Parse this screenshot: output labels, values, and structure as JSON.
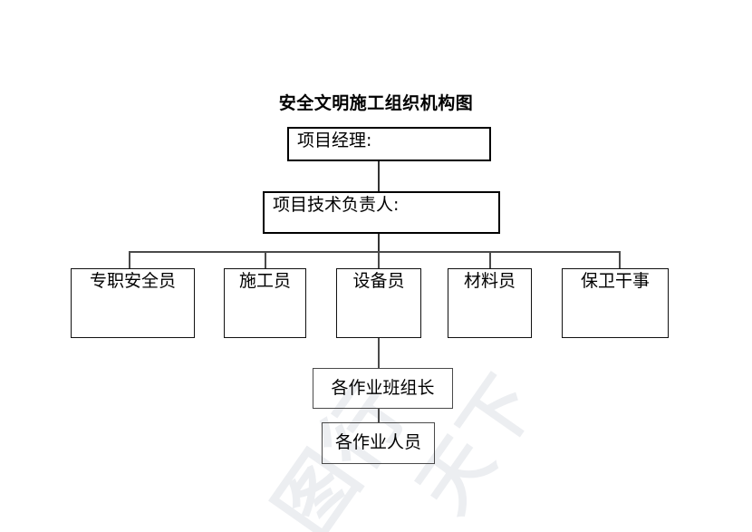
{
  "document": {
    "title": "安全文明施工组织机构图",
    "background_color": "#ffffff",
    "line_color": "#4a4a4a",
    "text_color": "#000000",
    "watermark_color": "#eceef1",
    "watermark_text_1": "图行",
    "watermark_text_2": "天下"
  },
  "chart_data": {
    "type": "diagram",
    "diagram_kind": "organization-chart",
    "title": "安全文明施工组织机构图",
    "levels": 5,
    "nodes": [
      {
        "id": "n1",
        "label": "项目经理:",
        "level": 1,
        "parent": null
      },
      {
        "id": "n2",
        "label": "项目技术负责人:",
        "level": 2,
        "parent": "n1"
      },
      {
        "id": "n3",
        "label": "专职安全员",
        "level": 3,
        "parent": "n2"
      },
      {
        "id": "n4",
        "label": "施工员",
        "level": 3,
        "parent": "n2"
      },
      {
        "id": "n5",
        "label": "设备员",
        "level": 3,
        "parent": "n2"
      },
      {
        "id": "n6",
        "label": "材料员",
        "level": 3,
        "parent": "n2"
      },
      {
        "id": "n7",
        "label": "保卫干事",
        "level": 3,
        "parent": "n2"
      },
      {
        "id": "n8",
        "label": "各作业班组长",
        "level": 4,
        "parent": "n5"
      },
      {
        "id": "n9",
        "label": "各作业人员",
        "level": 5,
        "parent": "n8"
      }
    ],
    "edges": [
      {
        "from": "n1",
        "to": "n2"
      },
      {
        "from": "n2",
        "to": "n3"
      },
      {
        "from": "n2",
        "to": "n4"
      },
      {
        "from": "n2",
        "to": "n5"
      },
      {
        "from": "n2",
        "to": "n6"
      },
      {
        "from": "n2",
        "to": "n7"
      },
      {
        "from": "n5",
        "to": "n8"
      },
      {
        "from": "n8",
        "to": "n9"
      }
    ]
  }
}
